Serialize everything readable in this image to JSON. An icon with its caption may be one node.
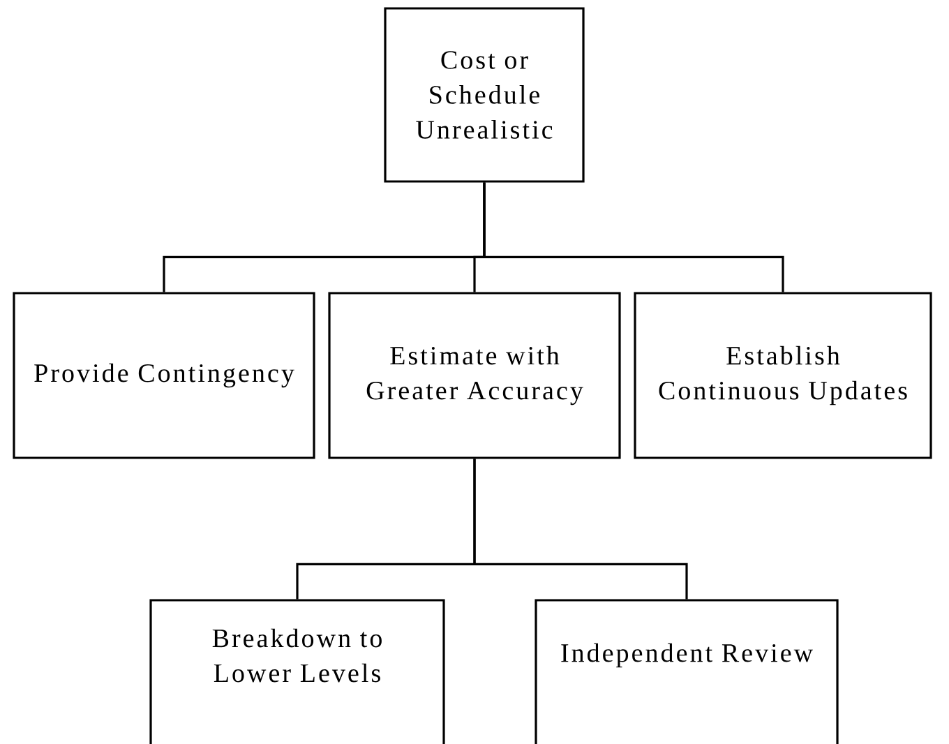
{
  "diagram": {
    "nodes": [
      {
        "text": [
          "Cost or Schedule Unrealistic"
        ]
      },
      {
        "text": [
          "Provide Contingency"
        ]
      },
      {
        "text": [
          "Estimate with Greater Accuracy"
        ]
      },
      {
        "text": [
          "Establish Continuous Updates"
        ]
      },
      {
        "text": [
          "Breakdown to Lower Levels"
        ]
      },
      {
        "text": [
          "Independent Review"
        ]
      }
    ],
    "edges": [
      {
        "from": 0,
        "to": 1,
        "arrow": "none"
      },
      {
        "from": 0,
        "to": 2,
        "arrow": "none"
      },
      {
        "from": 0,
        "to": 3,
        "arrow": "none"
      },
      {
        "from": 2,
        "to": 4,
        "arrow": "none"
      },
      {
        "from": 2,
        "to": 5,
        "arrow": "none"
      }
    ]
  }
}
